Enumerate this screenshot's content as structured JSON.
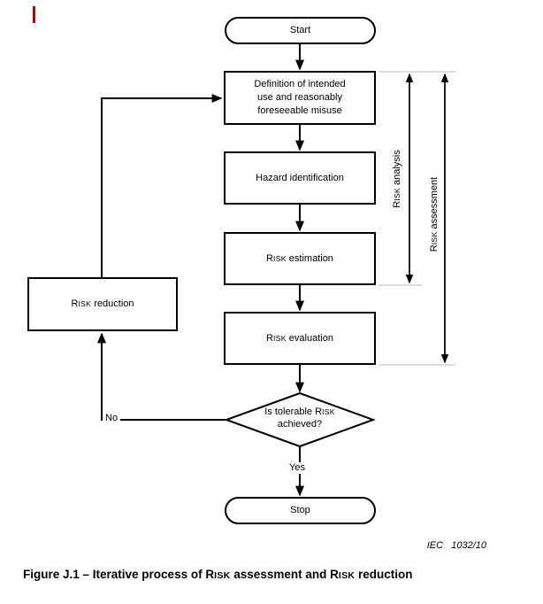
{
  "diagram": {
    "nodes": {
      "start": {
        "label": "Start"
      },
      "definition": {
        "lines": [
          "Definition of intended",
          "use and reasonably",
          "foreseeable misuse"
        ]
      },
      "hazard": {
        "label": "Hazard identification"
      },
      "estimation": {
        "pre": "R",
        "caps": "ISK",
        "post": " estimation"
      },
      "evaluation": {
        "pre": "R",
        "caps": "ISK",
        "post": " evaluation"
      },
      "reduction": {
        "pre": "R",
        "caps": "ISK",
        "post": " reduction"
      },
      "decision": {
        "line1_pre": "Is tolerable R",
        "line1_caps": "ISK",
        "line2": "achieved?"
      },
      "stop": {
        "label": "Stop"
      }
    },
    "edge_labels": {
      "no": "No",
      "yes": "Yes"
    },
    "brackets": {
      "analysis": {
        "pre": "R",
        "caps": "ISK",
        "post": " analysis"
      },
      "assessment": {
        "pre": "R",
        "caps": "ISK",
        "post": " assessment"
      }
    }
  },
  "footer": {
    "ref": "IEC   1032/10",
    "caption": {
      "part1": "Figure J.1 – Iterative process of R",
      "caps1": "ISK",
      "part2": " assessment and R",
      "caps2": "ISK",
      "part3": " reduction"
    }
  },
  "colors": {
    "line": "#000000",
    "bracket_tick": "#c9c9c9",
    "change_bar": "#c40000",
    "background": "#ffffff"
  }
}
